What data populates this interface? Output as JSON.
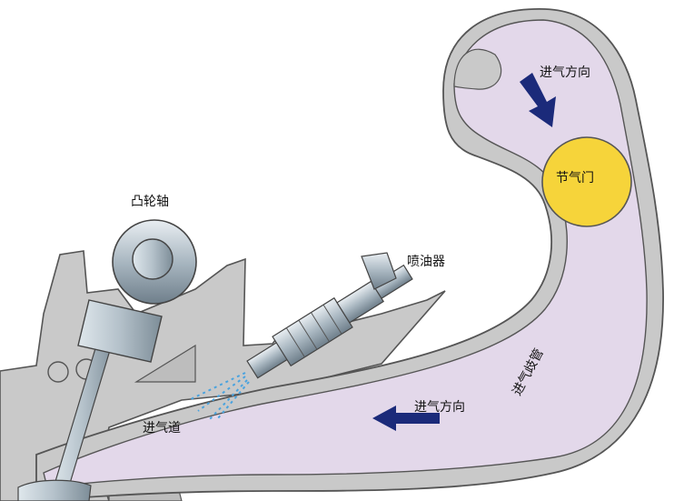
{
  "labels": {
    "camshaft": "凸轮轴",
    "injector": "喷油器",
    "intake_port": "进气道",
    "throttle": "节气门",
    "manifold": "进气歧管",
    "flow_top": "进气方向",
    "flow_bottom": "进气方向"
  },
  "colors": {
    "manifold_fill": "#e3d8ea",
    "housing_fill": "#c9c9c9",
    "throttle_fill": "#f6d43a",
    "arrow_fill": "#1b2a7a",
    "metal_fill": "#b7c3cb",
    "spray": "#4aa3df"
  }
}
